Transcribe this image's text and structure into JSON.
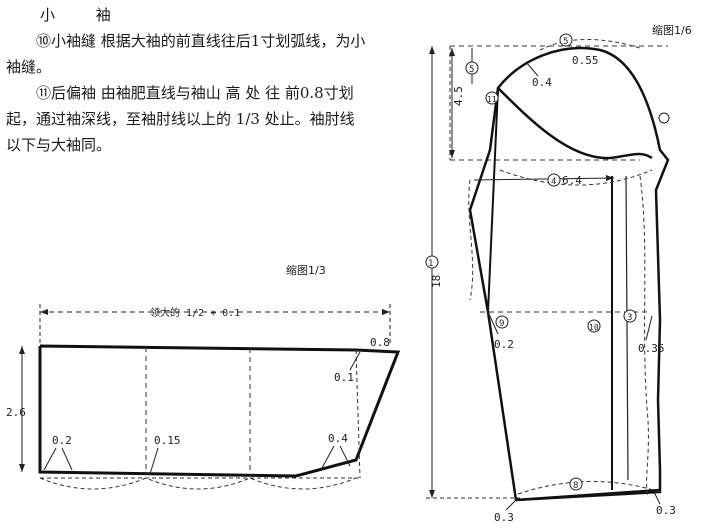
{
  "heading": "小 袖",
  "paragraphs": [
    "⑩小袖缝  根据大袖的前直线往后1寸划弧线，为小袖缝。",
    "⑪后偏袖  由袖肥直线与袖山 高 处 往 前0.8寸划起，通过袖深线，至袖肘线以上的 1/3 处止。袖肘线以下与大袖同。"
  ],
  "cuff_drawing": {
    "scale_label": "缩图1/3",
    "top_formula": "领大的 1/2 + 0.1",
    "labels": {
      "height_left": "2.6",
      "top_right_offset": "0.8",
      "right_drop": "0.1",
      "bottom_left": "0.2",
      "bottom_mid": "0.15",
      "bottom_right": "0.4"
    }
  },
  "sleeve_drawing": {
    "scale_label": "缩图1/6",
    "labels": {
      "cap_width": "0.55",
      "cap_offset": "0.4",
      "cap_height": "4.5",
      "sleeve_width": "6.4",
      "total_length": "18",
      "elbow_left": "0.2",
      "elbow_right": "0.35",
      "cuff_left": "0.3",
      "cuff_right": "0.3"
    },
    "circled_markers": {
      "cap_top": "5",
      "cap_height_marker": "5",
      "back_seam": "11",
      "sleeve_width_marker": "4",
      "total_length_marker": "1",
      "elbow_left_marker": "9",
      "elbow_mid_marker": "10",
      "elbow_right_marker": "3",
      "cuff_marker": "8"
    }
  }
}
